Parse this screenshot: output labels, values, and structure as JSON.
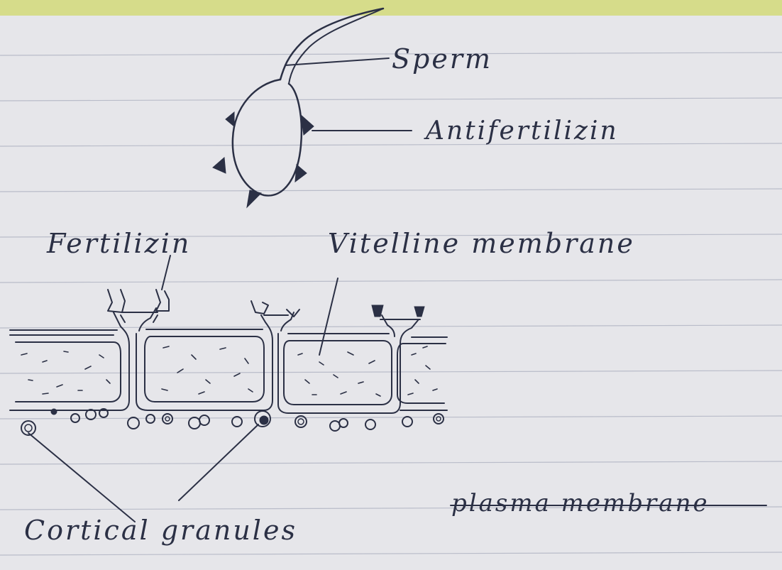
{
  "labels": {
    "sperm": "Sperm",
    "antifertilizin": "Antifertilizin",
    "fertilizin": "Fertilizin",
    "vitelline_membrane": "Vitelline membrane",
    "cortical_granules": "Cortical granules",
    "plasma_membrane": "plasma membrane"
  },
  "colors": {
    "ink": "#2b3045",
    "paper": "#e6e6ea",
    "rule": "#b9bcc9",
    "top_strip": "#d6dc8a"
  }
}
